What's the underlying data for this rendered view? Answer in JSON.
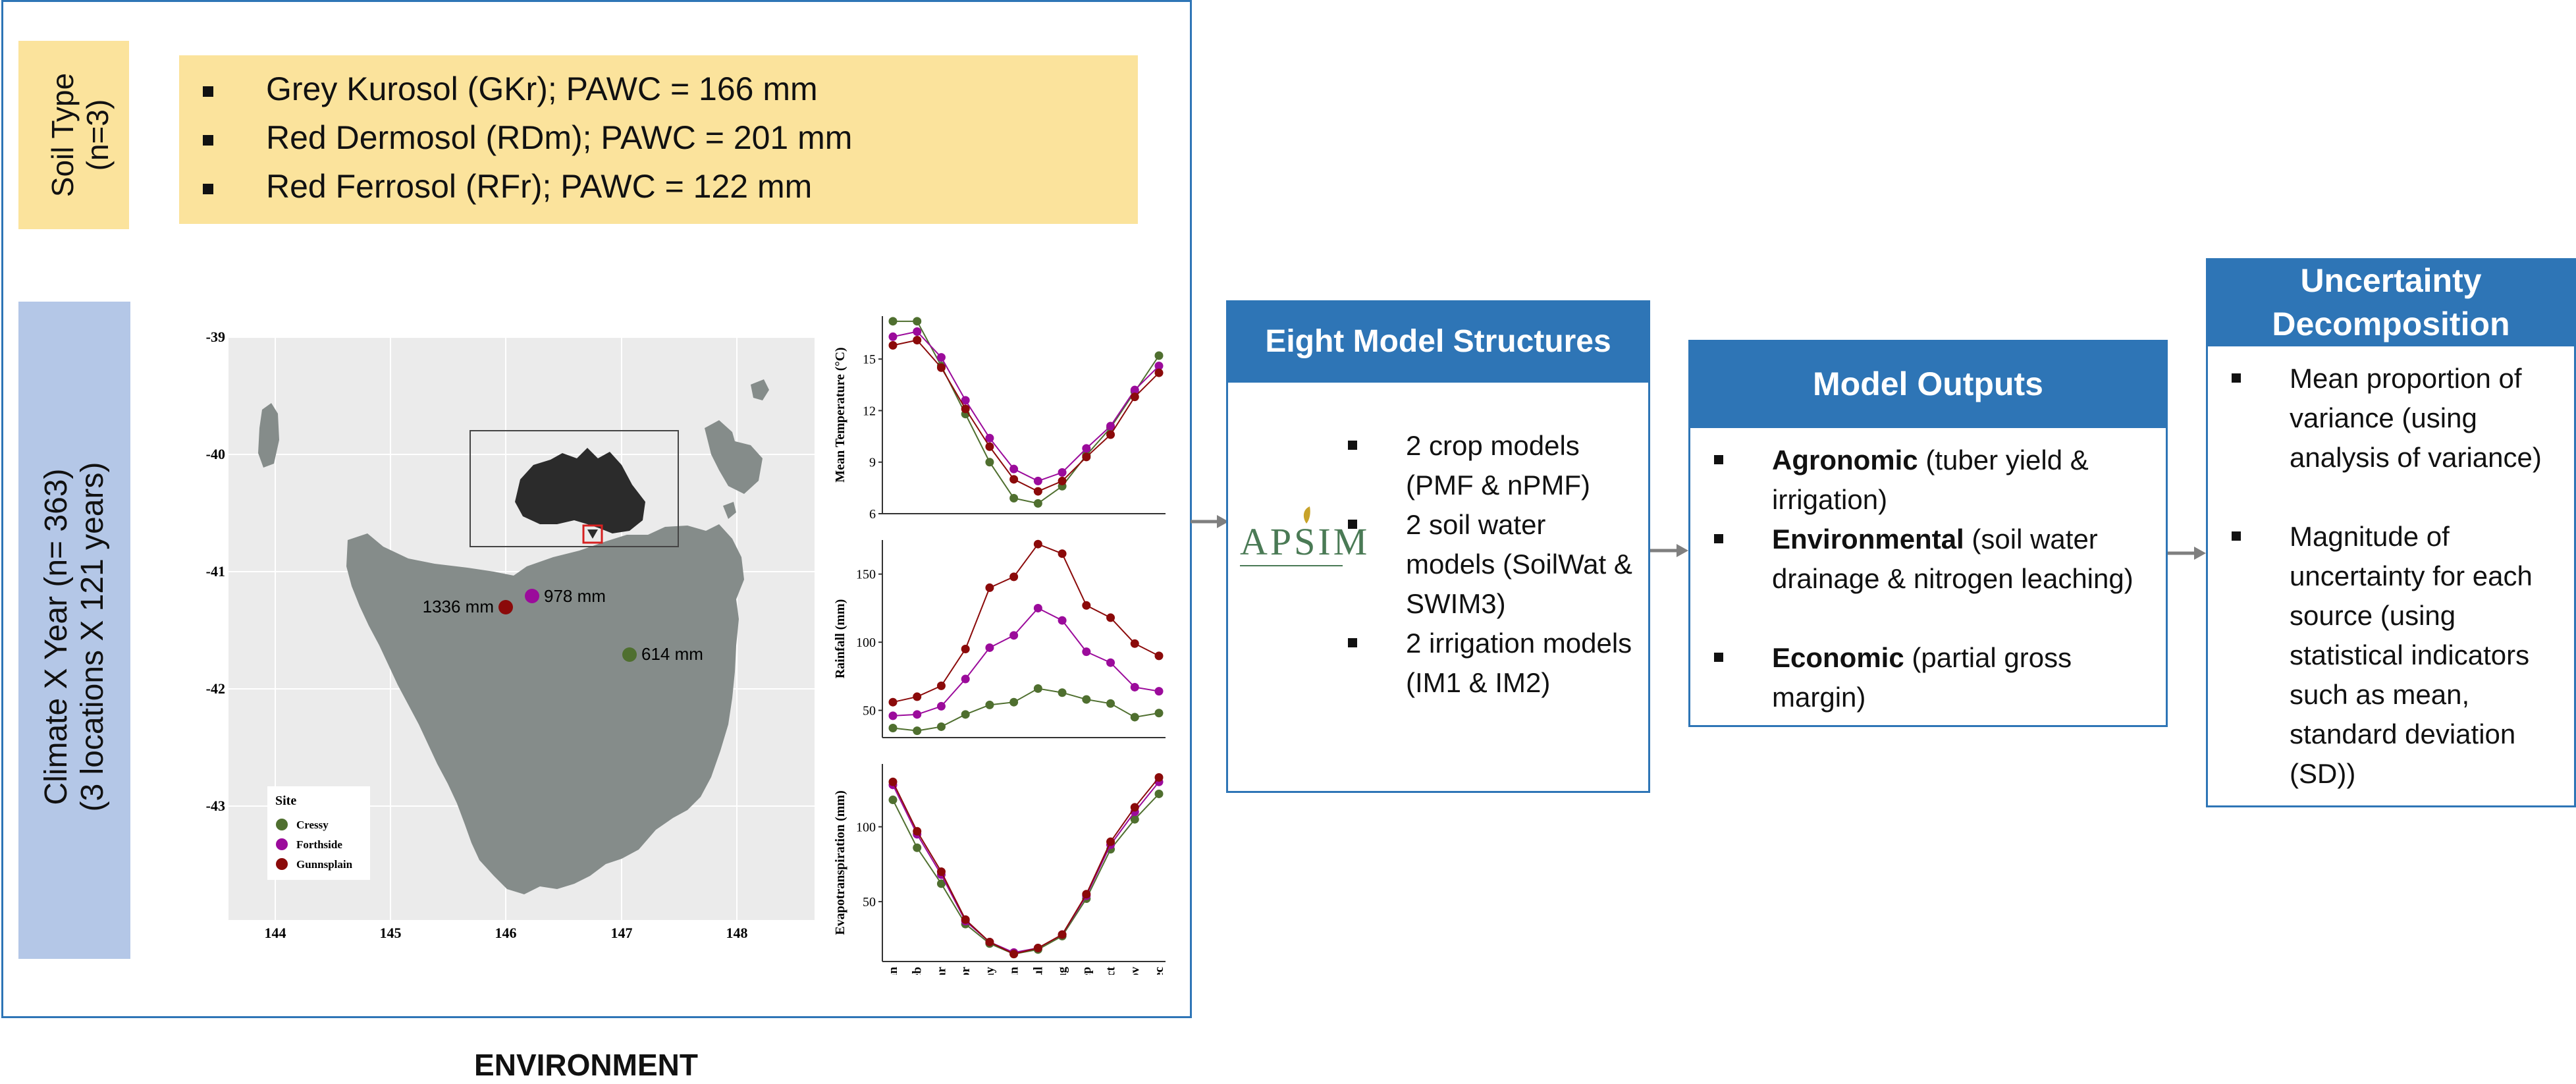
{
  "soil": {
    "label_line1": "Soil Type",
    "label_line2": "(n=3)",
    "items": [
      "Grey Kurosol (GKr); PAWC = 166 mm",
      "Red Dermosol (RDm); PAWC = 201 mm",
      "Red Ferrosol (RFr); PAWC = 122 mm"
    ]
  },
  "climate": {
    "label_line1": "Climate X Year (n= 363)",
    "label_line2": "(3 locations X 121 years)"
  },
  "environment_label": "ENVIRONMENT",
  "map": {
    "y_ticks": [
      "-39",
      "-40",
      "-41",
      "-42",
      "-43"
    ],
    "x_ticks": [
      "144",
      "145",
      "146",
      "147",
      "148"
    ],
    "site_rain": [
      {
        "label": "1336 mm",
        "color": "#8b0a0a"
      },
      {
        "label": "978 mm",
        "color": "#9b0b9b"
      },
      {
        "label": "614 mm",
        "color": "#4f6f2f"
      }
    ],
    "legend_title": "Site",
    "legend": [
      {
        "name": "Cressy",
        "color": "#4f6f2f"
      },
      {
        "name": "Forthside",
        "color": "#9b0b9b"
      },
      {
        "name": "Gunnsplain",
        "color": "#8b0a0a"
      }
    ]
  },
  "chart_data": [
    {
      "type": "line",
      "ylabel": "Mean Temperature (°C)",
      "categories": [
        "Jan",
        "Feb",
        "Mar",
        "Apr",
        "May",
        "Jun",
        "Jul",
        "Aug",
        "Sep",
        "Oct",
        "Nov",
        "Dec"
      ],
      "yticks": [
        "6",
        "9",
        "12",
        "15"
      ],
      "ylim": [
        6,
        17.5
      ],
      "series": [
        {
          "name": "Cressy",
          "color": "#4f6f2f",
          "values": [
            17.2,
            17.2,
            14.6,
            11.8,
            9.0,
            6.9,
            6.6,
            7.6,
            9.4,
            11.0,
            13.1,
            15.2
          ]
        },
        {
          "name": "Forthside",
          "color": "#9b0b9b",
          "values": [
            16.3,
            16.6,
            15.1,
            12.6,
            10.4,
            8.6,
            7.9,
            8.4,
            9.8,
            11.1,
            13.2,
            14.6
          ]
        },
        {
          "name": "Gunnsplain",
          "color": "#8b0a0a",
          "values": [
            15.8,
            16.1,
            14.5,
            12.1,
            9.9,
            8.0,
            7.3,
            7.9,
            9.3,
            10.6,
            12.8,
            14.2
          ]
        }
      ]
    },
    {
      "type": "line",
      "ylabel": "Rainfall (mm)",
      "categories": [
        "Jan",
        "Feb",
        "Mar",
        "Apr",
        "May",
        "Jun",
        "Jul",
        "Aug",
        "Sep",
        "Oct",
        "Nov",
        "Dec"
      ],
      "yticks": [
        "50",
        "100",
        "150"
      ],
      "ylim": [
        30,
        175
      ],
      "series": [
        {
          "name": "Cressy",
          "color": "#4f6f2f",
          "values": [
            37,
            35,
            38,
            47,
            54,
            56,
            66,
            63,
            58,
            55,
            45,
            48
          ]
        },
        {
          "name": "Forthside",
          "color": "#9b0b9b",
          "values": [
            46,
            47,
            53,
            73,
            96,
            105,
            125,
            116,
            93,
            85,
            67,
            64
          ]
        },
        {
          "name": "Gunnsplain",
          "color": "#8b0a0a",
          "values": [
            56,
            60,
            68,
            95,
            140,
            148,
            172,
            165,
            127,
            118,
            99,
            90
          ]
        }
      ]
    },
    {
      "type": "line",
      "ylabel": "Evapotranspiration (mm)",
      "categories": [
        "Jan",
        "Feb",
        "Mar",
        "Apr",
        "May",
        "Jun",
        "Jul",
        "Aug",
        "Sep",
        "Oct",
        "Nov",
        "Dec"
      ],
      "yticks": [
        "50",
        "100"
      ],
      "ylim": [
        10,
        142
      ],
      "series": [
        {
          "name": "Cressy",
          "color": "#4f6f2f",
          "values": [
            118,
            86,
            62,
            35,
            22,
            15,
            18,
            27,
            52,
            85,
            105,
            122
          ]
        },
        {
          "name": "Forthside",
          "color": "#9b0b9b",
          "values": [
            128,
            95,
            68,
            37,
            23,
            16,
            19,
            28,
            54,
            88,
            110,
            130
          ]
        },
        {
          "name": "Gunnsplain",
          "color": "#8b0a0a",
          "values": [
            130,
            97,
            70,
            38,
            23,
            15,
            19,
            28,
            55,
            90,
            113,
            133
          ]
        }
      ]
    }
  ],
  "structures": {
    "title": "Eight Model Structures",
    "logo_text": "APSIM",
    "items": [
      "2 crop models (PMF & nPMF)",
      "2 soil water models (SoilWat & SWIM3)",
      "2 irrigation models (IM1 & IM2)"
    ]
  },
  "outputs": {
    "title": "Model Outputs",
    "items": [
      {
        "bold": "Agronomic",
        "rest": " (tuber yield & irrigation)"
      },
      {
        "bold": "Environmental",
        "rest": " (soil water drainage & nitrogen leaching)"
      },
      {
        "bold": "Economic",
        "rest": " (partial gross margin)"
      }
    ]
  },
  "uncertainty": {
    "title": "Uncertainty Decomposition",
    "items": [
      "Mean proportion of variance (using analysis of variance)",
      "Magnitude of uncertainty for each source (using statistical indicators such as mean, standard deviation (SD))"
    ]
  }
}
